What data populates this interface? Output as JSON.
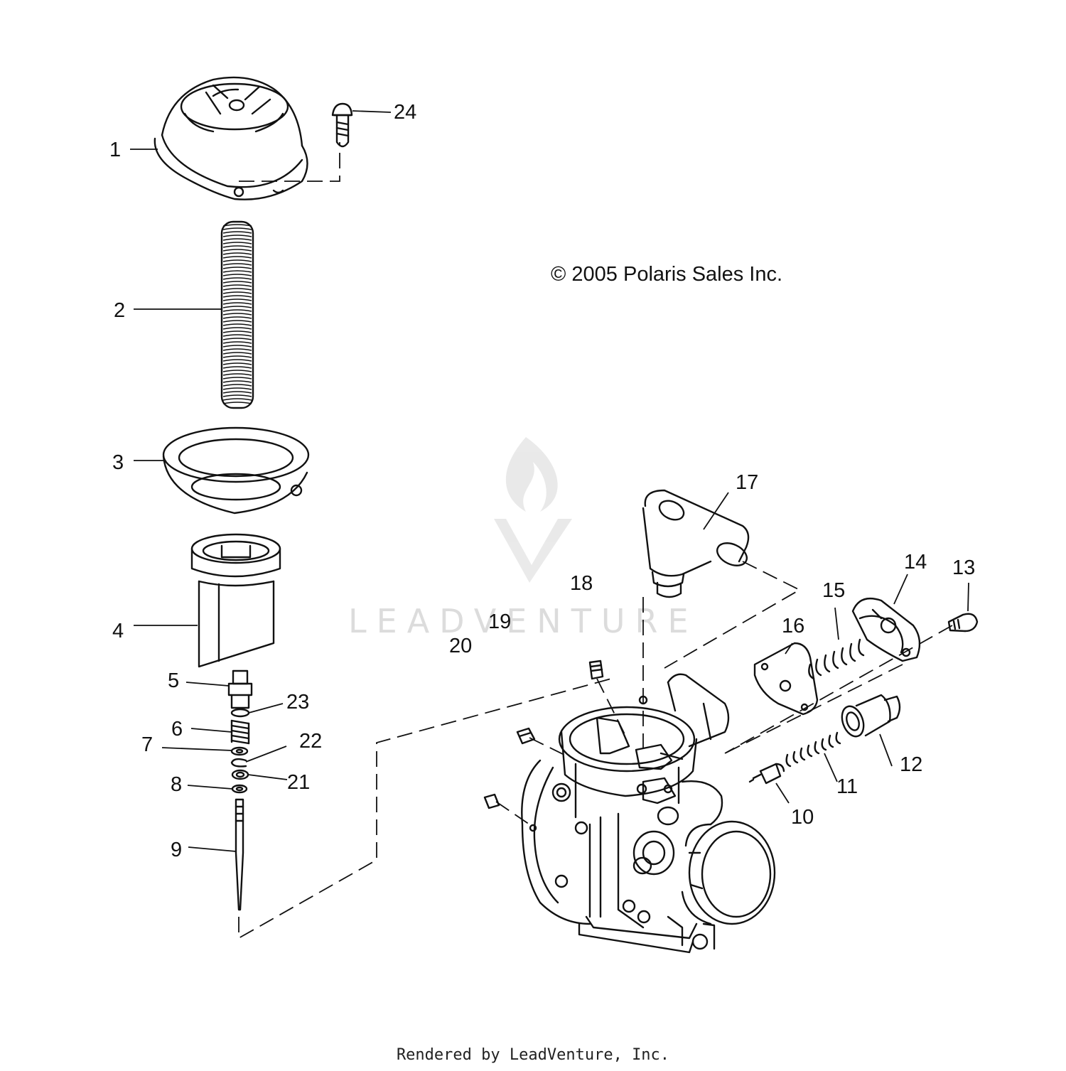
{
  "copyright": "© 2005 Polaris Sales Inc.",
  "watermark": "LEADVENTURE",
  "footer": "Rendered by LeadVenture, Inc.",
  "colors": {
    "ink": "#111111",
    "watermark": "#dcdcdc",
    "background": "#ffffff"
  },
  "callouts": [
    "1",
    "2",
    "3",
    "4",
    "5",
    "6",
    "7",
    "8",
    "9",
    "10",
    "11",
    "12",
    "13",
    "14",
    "15",
    "16",
    "17",
    "18",
    "19",
    "20",
    "21",
    "22",
    "23",
    "24"
  ]
}
